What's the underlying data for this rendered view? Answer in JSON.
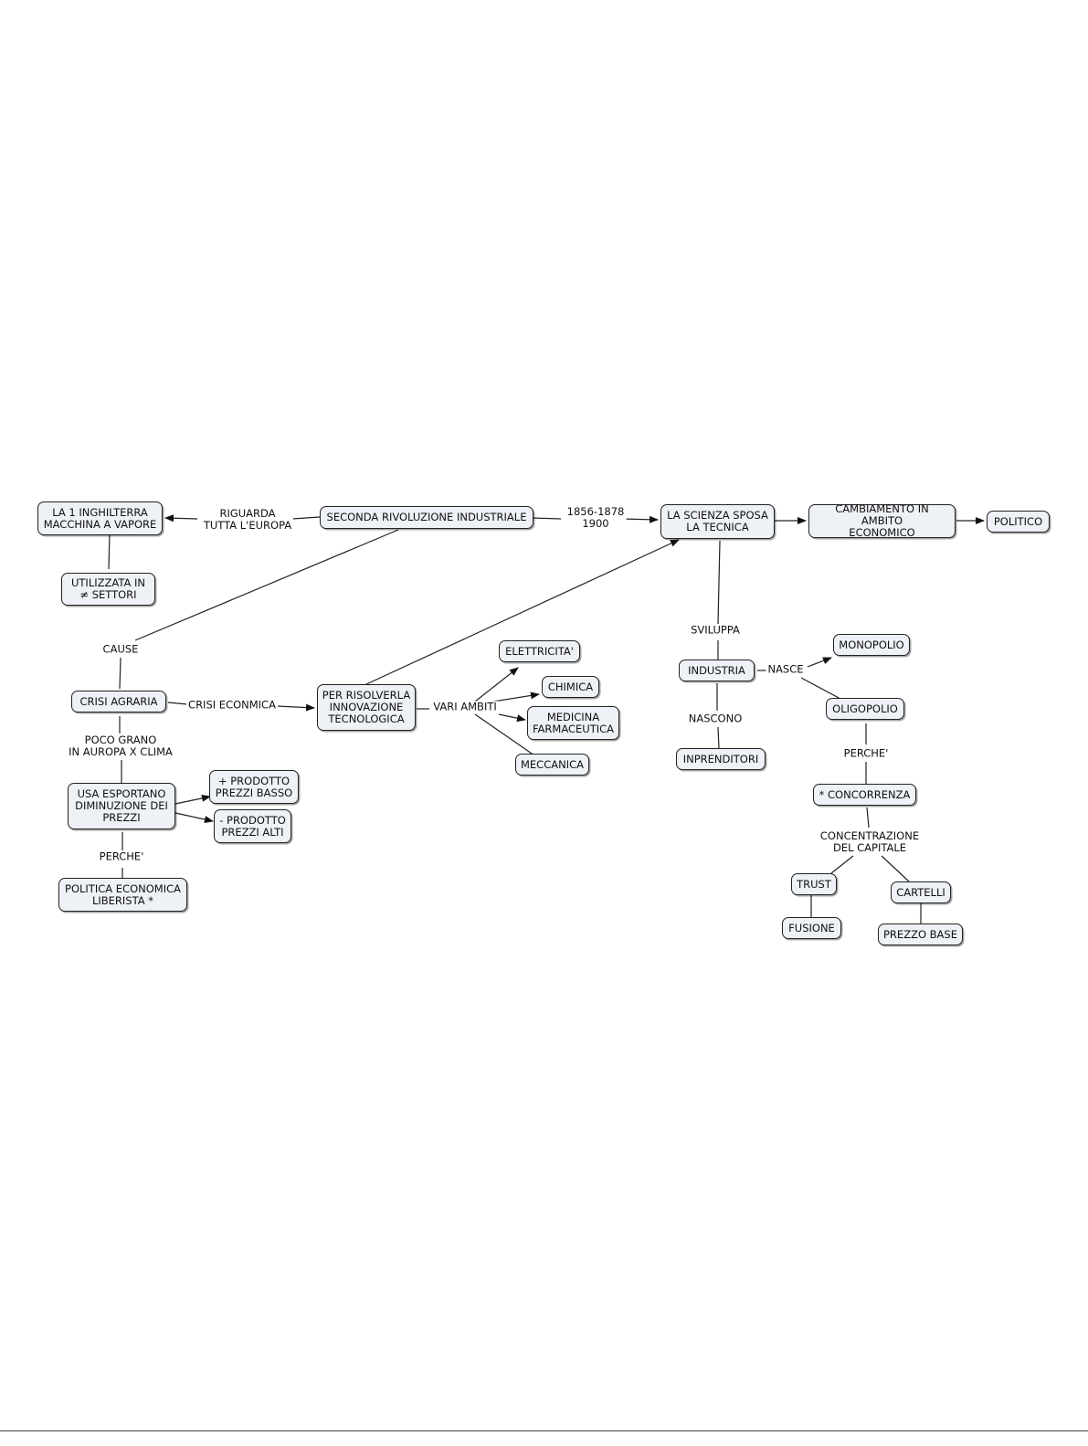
{
  "nodes": {
    "seconda": "SECONDA RIVOLUZIONE INDUSTRIALE",
    "inghilterra": "LA 1 INGHILTERRA\nMACCHINA A VAPORE",
    "utilizzata": "UTILIZZATA IN\n≠ SETTORI",
    "scienza": "LA SCIENZA SPOSA\nLA TECNICA",
    "cambiamento": "CAMBIAMENTO IN AMBITO\nECONOMICO",
    "politico": "POLITICO",
    "crisi_agraria": "CRISI AGRARIA",
    "risolverla": "PER RISOLVERLA\nINNOVAZIONE\nTECNOLOGICA",
    "elettricita": "ELETTRICITA'",
    "chimica": "CHIMICA",
    "medicina": "MEDICINA\nFARMACEUTICA",
    "meccanica": "MECCANICA",
    "usa": "USA ESPORTANO\nDIMINUZIONE DEI\nPREZZI",
    "piu_prodotto": "+ PRODOTTO\nPREZZI BASSO",
    "meno_prodotto": "- PRODOTTO\nPREZZI ALTI",
    "politica": "POLITICA ECONOMICA\nLIBERISTA *",
    "industria": "INDUSTRIA",
    "monopolio": "MONOPOLIO",
    "oligopolio": "OLIGOPOLIO",
    "inprenditori": "INPRENDITORI",
    "concorrenza": "* CONCORRENZA",
    "trust": "TRUST",
    "cartelli": "CARTELLI",
    "fusione": "FUSIONE",
    "prezzo_base": "PREZZO BASE"
  },
  "links": {
    "riguarda": "RIGUARDA\nTUTTA L'EUROPA",
    "date": "1856-1878\n1900",
    "cause": "CAUSE",
    "crisi_econmica": "CRISI ECONMICA",
    "vari_ambiti": "VARI AMBITI",
    "poco_grano": "POCO GRANO\nIN AUROPA X CLIMA",
    "perche_left": "PERCHE'",
    "sviluppa": "SVILUPPA",
    "nasce": "NASCE",
    "nascono": "NASCONO",
    "perche_right": "PERCHE'",
    "concentrazione": "CONCENTRAZIONE\nDEL CAPITALE"
  }
}
